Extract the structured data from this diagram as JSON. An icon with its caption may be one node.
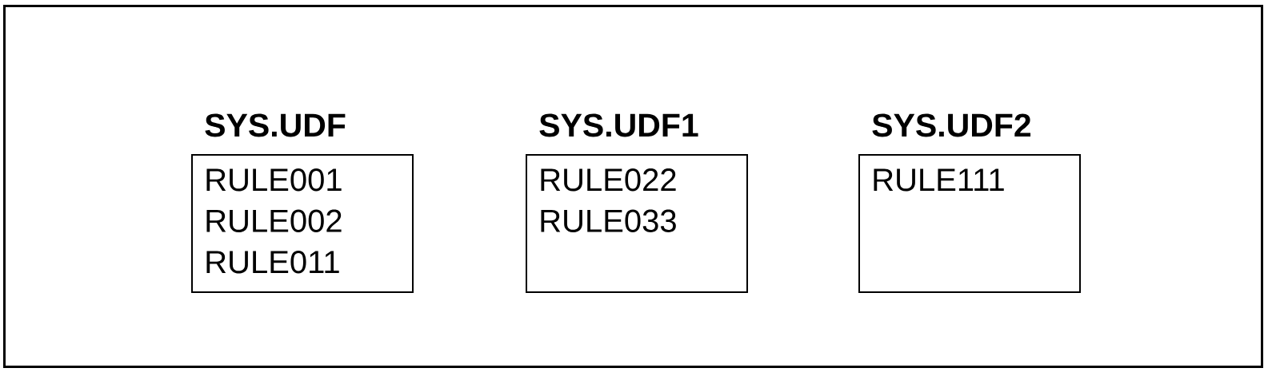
{
  "diagram": {
    "nodes": [
      {
        "text": [
          "SYS.UDF",
          "RULE001",
          "RULE002",
          "RULE011"
        ]
      },
      {
        "text": [
          "SYS.UDF1",
          "RULE022",
          "RULE033"
        ]
      },
      {
        "text": [
          "SYS.UDF2",
          "RULE111"
        ]
      }
    ]
  }
}
